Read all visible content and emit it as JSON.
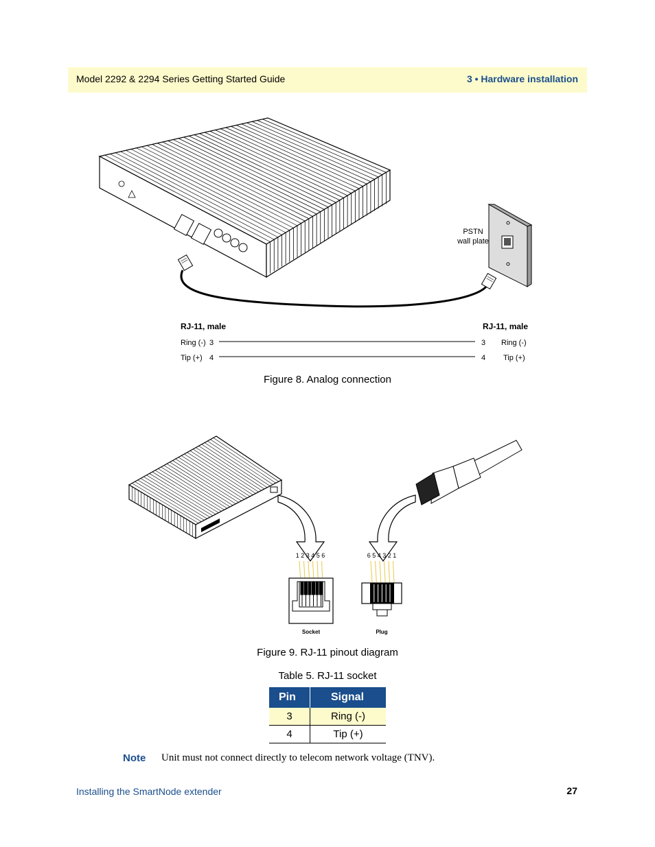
{
  "header": {
    "left": "Model 2292 & 2294 Series Getting Started Guide",
    "right": "3 • Hardware installation"
  },
  "figure8": {
    "caption": "Figure 8. Analog connection",
    "wall_plate_label_1": "PSTN",
    "wall_plate_label_2": "wall plate",
    "left_heading": "RJ-11, male",
    "right_heading": "RJ-11, male",
    "rows": [
      {
        "left_name": "Ring (-)",
        "left_pin": "3",
        "right_pin": "3",
        "right_name": "Ring (-)"
      },
      {
        "left_name": "Tip (+)",
        "left_pin": "4",
        "right_pin": "4",
        "right_name": "Tip (+)"
      }
    ]
  },
  "figure9": {
    "caption": "Figure 9. RJ-11 pinout diagram",
    "socket_numbers": "1 2 3 4 5 6",
    "plug_numbers": "6 5 4 3 2 1",
    "socket_label": "Socket",
    "plug_label": "Plug"
  },
  "table": {
    "caption": "Table 5. RJ-11 socket",
    "headers": [
      "Pin",
      "Signal"
    ],
    "rows": [
      {
        "pin": "3",
        "signal": "Ring (-)"
      },
      {
        "pin": "4",
        "signal": "Tip (+)"
      }
    ]
  },
  "note": {
    "label": "Note",
    "text": "Unit must not connect directly to telecom network voltage (TNV)."
  },
  "footer": {
    "left": "Installing the SmartNode extender",
    "page_number": "27"
  },
  "colors": {
    "accent_blue": "#1a4e8c",
    "highlight_yellow": "#fdfbcc"
  }
}
